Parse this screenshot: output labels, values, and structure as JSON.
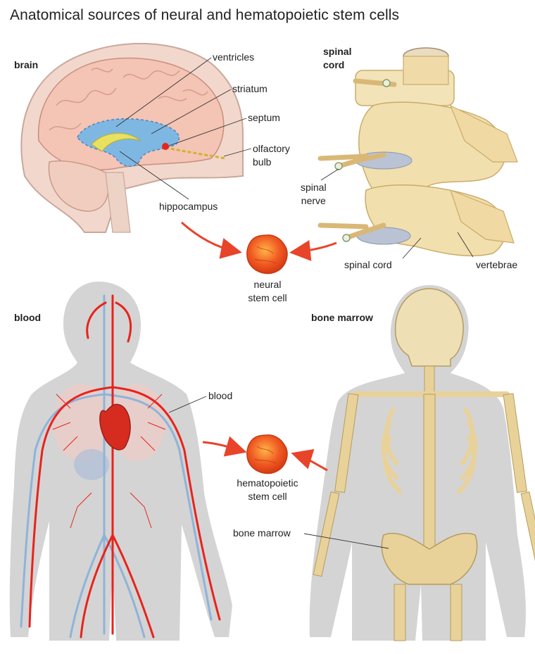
{
  "title": "Anatomical sources of neural and hematopoietic stem cells",
  "sections": {
    "brain": "brain",
    "spinal_cord_line1": "spinal",
    "spinal_cord_line2": "cord",
    "blood": "blood",
    "bone_marrow": "bone marrow"
  },
  "brain_labels": {
    "ventricles": "ventricles",
    "striatum": "striatum",
    "septum": "septum",
    "olfactory_line1": "olfactory",
    "olfactory_line2": "bulb",
    "hippocampus": "hippocampus"
  },
  "spine_labels": {
    "spinal_nerve_line1": "spinal",
    "spinal_nerve_line2": "nerve",
    "spinal_cord": "spinal cord",
    "vertebrae": "vertebrae"
  },
  "neural_cell": {
    "line1": "neural",
    "line2": "stem cell"
  },
  "blood_label": "blood",
  "bone_marrow_label": "bone marrow",
  "hema_cell": {
    "line1": "hematopoietic",
    "line2": "stem cell"
  },
  "colors": {
    "arrow": "#e8442a",
    "cell": "#f05a22",
    "artery": "#e8231c",
    "vein": "#8fb3d9",
    "bone": "#e9d29a",
    "brain": "#f4c4b4",
    "ventricle": "#7fb7e3",
    "silhouette": "#d4d4d4"
  }
}
